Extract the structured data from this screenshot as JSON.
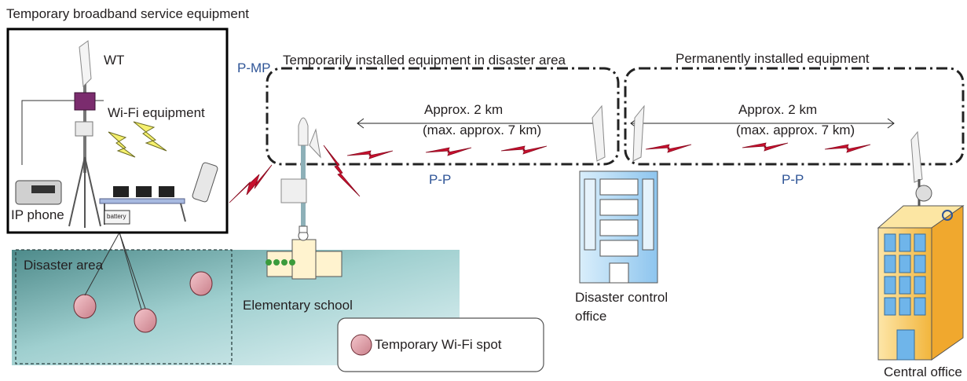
{
  "labels": {
    "temp_broadband": "Temporary broadband service equipment",
    "wt": "WT",
    "wifi_equipment": "Wi-Fi equipment",
    "ip_phone": "IP phone",
    "battery": "battery",
    "pmp": "P-MP",
    "temp_installed": "Temporarily installed equipment in disaster area",
    "perm_installed": "Permanently installed equipment",
    "approx_left": "Approx. 2 km",
    "max_left": "(max. approx. 7 km)",
    "approx_right": "Approx. 2 km",
    "max_right": "(max. approx. 7 km)",
    "pp_left": "P-P",
    "pp_right": "P-P",
    "disaster_area": "Disaster area",
    "elementary_school": "Elementary school",
    "disaster_control_1": "Disaster control",
    "disaster_control_2": "office",
    "temp_wifi_spot": "Temporary Wi-Fi spot",
    "central_office": "Central office"
  },
  "colors": {
    "link_red": "#c8102e",
    "bolt_yellow": "#f5f06e",
    "wifi_spot": "#e8a0a8",
    "building_blue": "#a9d4f2",
    "central_yellow": "#f7c04a",
    "area_teal": "#6aa8a8",
    "label_blue": "#2f5597"
  },
  "icons": [
    "antenna-icon",
    "wifi-equipment-icon",
    "fax-phone-icon",
    "laptop-icon",
    "mobile-phone-icon",
    "lightning-icon",
    "school-icon",
    "building-icon",
    "dish-antenna-icon",
    "wifi-spot-icon"
  ]
}
